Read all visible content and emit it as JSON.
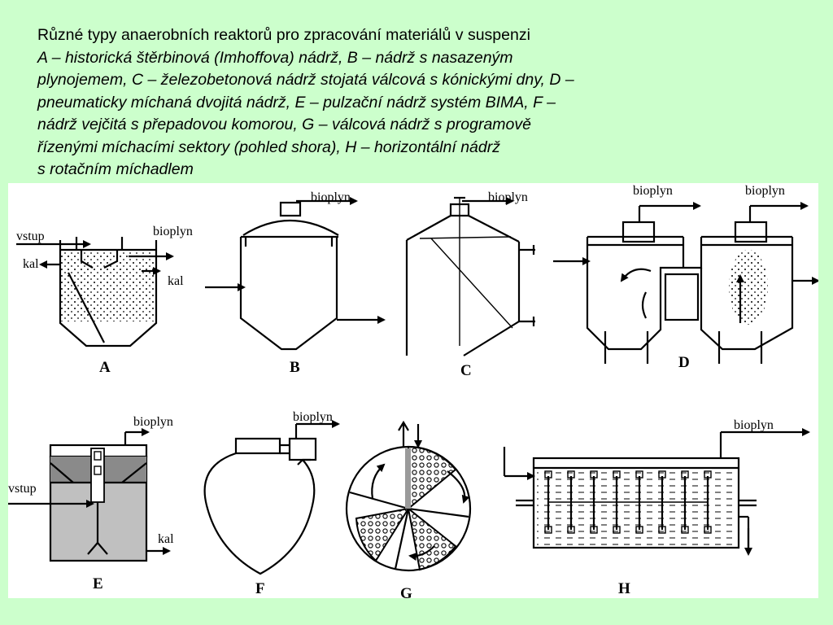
{
  "caption": {
    "line1": "Různé typy anaerobních reaktorů pro zpracování materiálů v suspenzi",
    "line2": "A – historická štěrbinová (Imhoffova) nádrž, B – nádrž s nasazeným",
    "line3": "plynojemem, C – železobetonová nádrž stojatá válcová s kónickými dny, D –",
    "line4": "pneumaticky míchaná dvojitá nádrž, E – pulzační nádrž systém BIMA, F –",
    "line5": "nádrž vejčitá s přepadovou komorou, G – válcová nádrž s programově",
    "line6": "řízenými míchacími sektory (pohled shora), H – horizontální nádrž",
    "line7": "s rotačním míchadlem"
  },
  "labels": {
    "bioplyn": "bioplyn",
    "vstup": "vstup",
    "kal": "kal"
  },
  "tanks": {
    "A": "A",
    "B": "B",
    "C": "C",
    "D": "D",
    "E": "E",
    "F": "F",
    "G": "G",
    "H": "H"
  }
}
